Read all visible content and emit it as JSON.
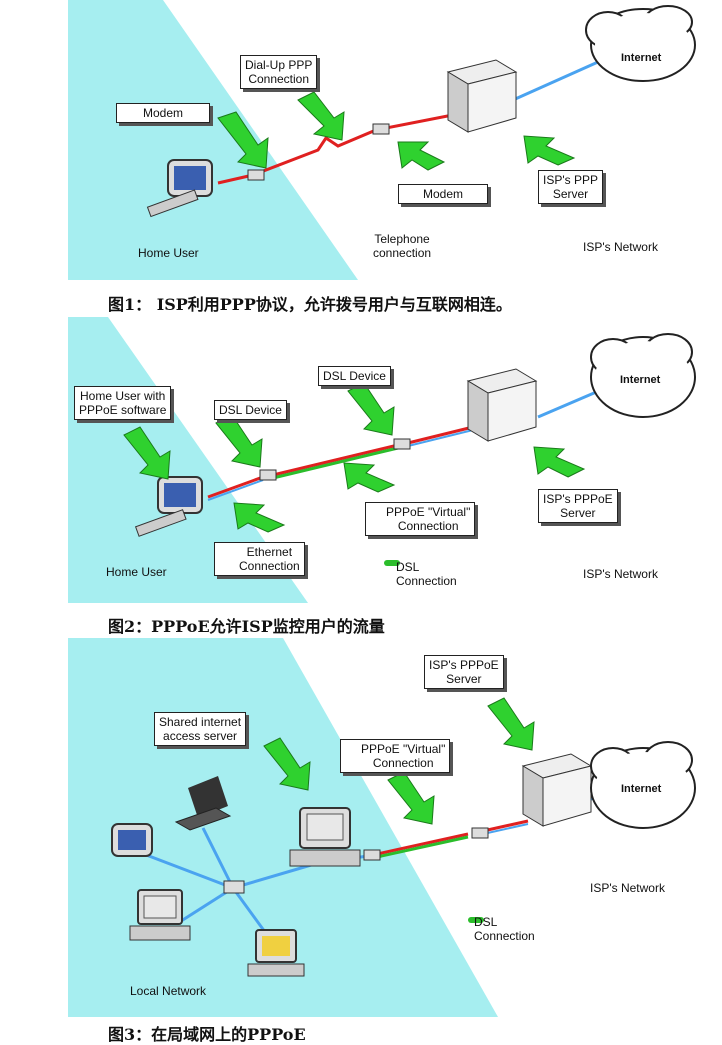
{
  "figure1": {
    "labels": {
      "dialup": "Dial-Up PPP\nConnection",
      "modem_left": "Modem",
      "modem_right": "Modem",
      "isp_server": "ISP's PPP\nServer",
      "internet": "Internet",
      "home_user": "Home User",
      "telephone": "Telephone\nconnection",
      "isp_network": "ISP's Network"
    },
    "caption": "图1：  ISP利用PPP协议，允许拨号用户与互联网相连。"
  },
  "figure2": {
    "labels": {
      "home_user_pppoe": "Home User with\nPPPoE software",
      "dsl_device_left": "DSL Device",
      "dsl_device_right": "DSL Device",
      "internet": "Internet",
      "pppoe_virtual": "PPPoE \"Virtual\"\nConnection",
      "isp_pppoe_server": "ISP's PPPoE\nServer",
      "ethernet": "Ethernet\nConnection",
      "home_user": "Home User",
      "dsl_connection": "DSL\nConnection",
      "isp_network": "ISP's Network"
    },
    "caption": "图2：PPPoE允许ISP监控用户的流量"
  },
  "figure3": {
    "labels": {
      "isp_pppoe_server": "ISP's PPPoE\nServer",
      "shared_server": "Shared internet\naccess server",
      "pppoe_virtual": "PPPoE \"Virtual\"\nConnection",
      "internet": "Internet",
      "isp_network": "ISP's Network",
      "dsl_connection": "DSL\nConnection",
      "local_network": "Local Network"
    },
    "caption": "图3：在局域网上的PPPoE"
  },
  "colors": {
    "cyan_region": "#a6eef0",
    "arrow_green": "#2fd12f",
    "ppp_red": "#e02020",
    "ethernet_blue": "#4aa3f0",
    "dsl_green": "#2bbd2b"
  }
}
